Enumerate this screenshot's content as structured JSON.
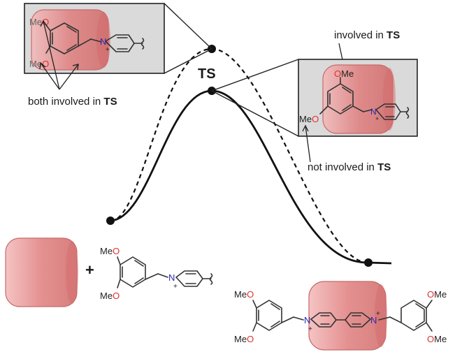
{
  "labels": {
    "top_left_note_prefix": "both involved in ",
    "top_left_note_bold": "TS",
    "top_right_note_prefix": "involved  in ",
    "top_right_note_bold": "TS",
    "bottom_right_note_prefix": "not involved  in ",
    "bottom_right_note_bold": "TS",
    "transition_state": "TS",
    "plus_sign": "+"
  },
  "substituents": {
    "meo": "MeO",
    "ome": "OMe",
    "o": "O",
    "me": "Me",
    "n": "N",
    "plus": "+"
  },
  "colors": {
    "host_fill": "#e58b8b",
    "host_stroke": "#c86a6a",
    "oxygen": "#e03030",
    "nitrogen": "#2a2ab0",
    "curve": "#111111",
    "inset_bg": "#dadada"
  }
}
